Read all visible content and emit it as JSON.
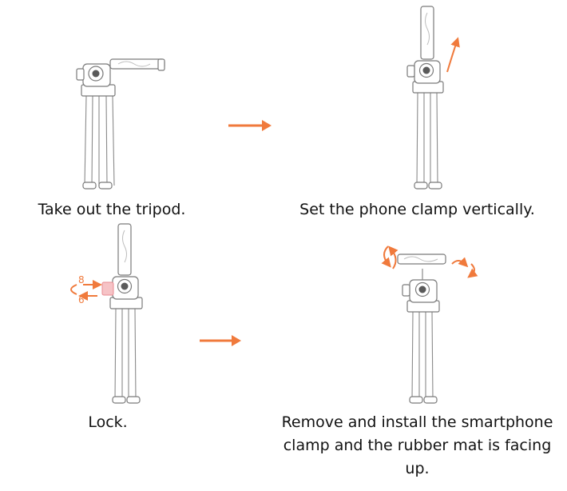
{
  "steps": [
    {
      "caption": "Take out the tripod."
    },
    {
      "caption": "Set the phone clamp vertically."
    },
    {
      "caption": "Lock."
    },
    {
      "caption": "Remove and install the smartphone clamp and the rubber mat is facing up."
    }
  ],
  "lock_icon": {
    "label_top": "8",
    "label_bottom": "6"
  },
  "colors": {
    "accent": "#f07a3c",
    "line": "#8a8a8a"
  }
}
